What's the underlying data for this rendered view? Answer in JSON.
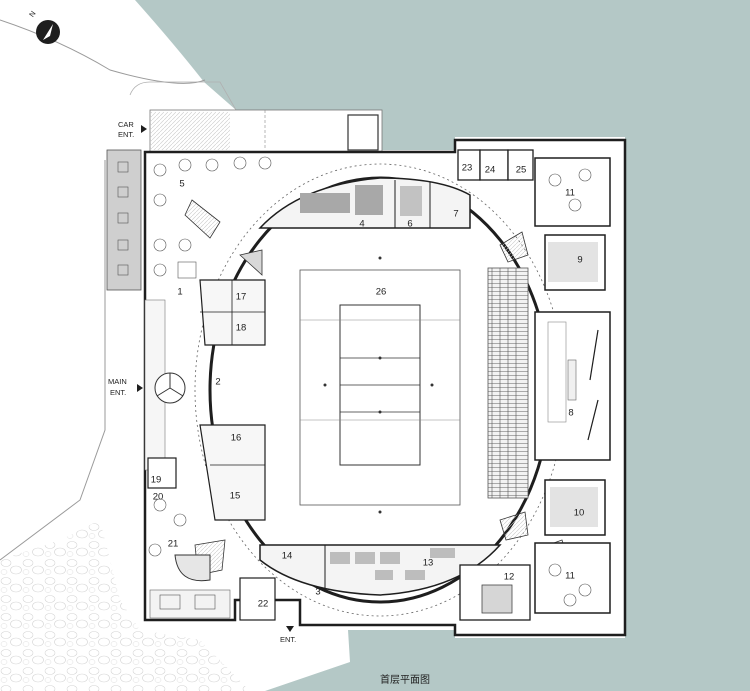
{
  "north_label": "N",
  "entrances": {
    "car": [
      "CAR",
      "ENT."
    ],
    "main": [
      "MAIN",
      "ENT."
    ],
    "south": "ENT."
  },
  "rooms": {
    "r1": "1",
    "r2": "2",
    "r3": "3",
    "r4": "4",
    "r5": "5",
    "r6": "6",
    "r7": "7",
    "r8": "8",
    "r9": "9",
    "r10": "10",
    "r11a": "11",
    "r11b": "11",
    "r12": "12",
    "r13": "13",
    "r14": "14",
    "r15": "15",
    "r16": "16",
    "r17": "17",
    "r18": "18",
    "r19": "19",
    "r20": "20",
    "r21": "21",
    "r22": "22",
    "r23": "23",
    "r24": "24",
    "r25": "25",
    "r26": "26"
  },
  "caption": "首层平面图",
  "colors": {
    "water": "#b4c8c6",
    "wall": "#1e1e1e",
    "site_line": "#9a9a9a"
  }
}
